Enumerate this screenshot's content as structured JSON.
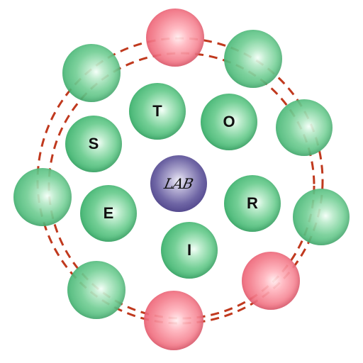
{
  "center": {
    "label": "LAB",
    "color": "#4a3f86"
  },
  "inner_letters": [
    "T",
    "O",
    "R",
    "I",
    "E",
    "S"
  ],
  "outer_ring": {
    "colors": {
      "green": "#4bb878",
      "red": "#e9586c",
      "dashed_ring": "#c0391e"
    },
    "balls": [
      "red",
      "green",
      "green",
      "green",
      "red",
      "red",
      "green",
      "green",
      "green"
    ]
  }
}
